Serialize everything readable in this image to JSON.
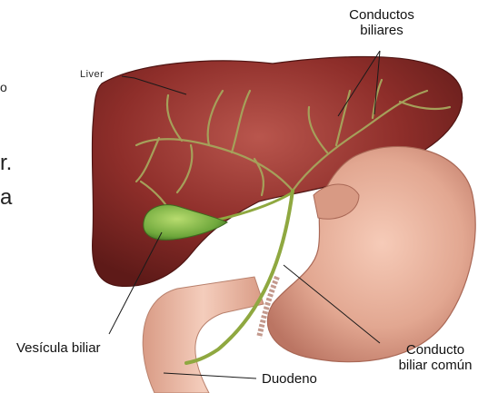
{
  "labels": {
    "liver": "Liver",
    "bile_ducts_line1": "Conductos",
    "bile_ducts_line2": "biliares",
    "gallbladder": "Vesícula biliar",
    "common_duct_line1": "Conducto",
    "common_duct_line2": "biliar común",
    "duodenum": "Duodeno"
  },
  "cropped_text": {
    "fragment_1": "o",
    "fragment_2": "r.",
    "fragment_3": "a"
  },
  "colors": {
    "liver": "#8e2e2a",
    "liver_light": "#b0504a",
    "bile_ducts": "#a5a05a",
    "gallbladder": "#6fa83c",
    "stomach": "#e8b09a",
    "stomach_shadow": "#c98471",
    "duodenum": "#f1c6b4"
  }
}
